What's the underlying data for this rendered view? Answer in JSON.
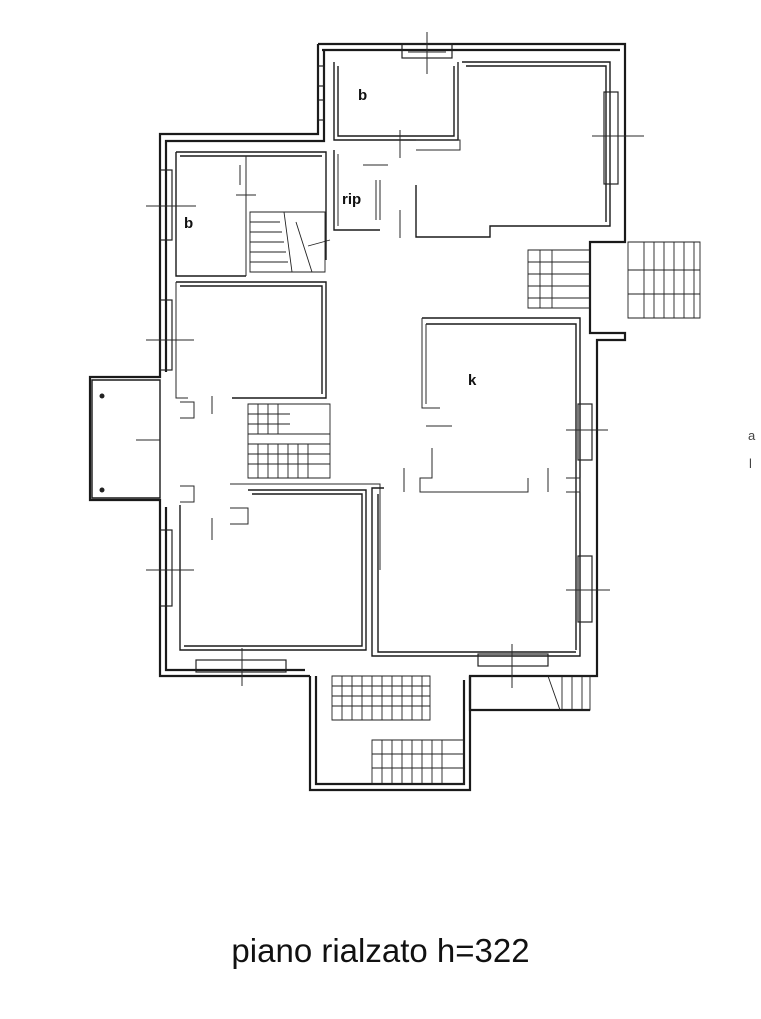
{
  "rooms": [
    {
      "id": "bath-top",
      "label": "b"
    },
    {
      "id": "bath-left",
      "label": "b"
    },
    {
      "id": "ripostiglio",
      "label": "rip"
    },
    {
      "id": "kitchen",
      "label": "k"
    }
  ],
  "caption": "piano rialzato h=322",
  "edge_marks": [
    "a",
    "l"
  ]
}
